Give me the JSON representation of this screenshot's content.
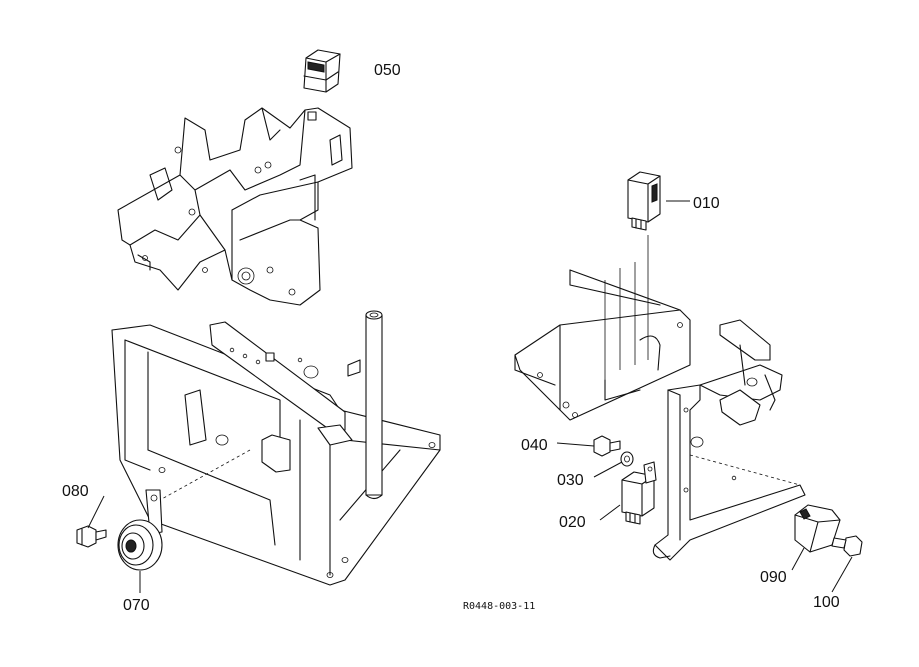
{
  "parts": [
    {
      "id": "p010",
      "number": "010"
    },
    {
      "id": "p020",
      "number": "020"
    },
    {
      "id": "p030",
      "number": "030"
    },
    {
      "id": "p040",
      "number": "040"
    },
    {
      "id": "p050",
      "number": "050"
    },
    {
      "id": "p070",
      "number": "070"
    },
    {
      "id": "p080",
      "number": "080"
    },
    {
      "id": "p090",
      "number": "090"
    },
    {
      "id": "p100",
      "number": "100"
    }
  ],
  "drawing_reference": "R0448-003-11"
}
